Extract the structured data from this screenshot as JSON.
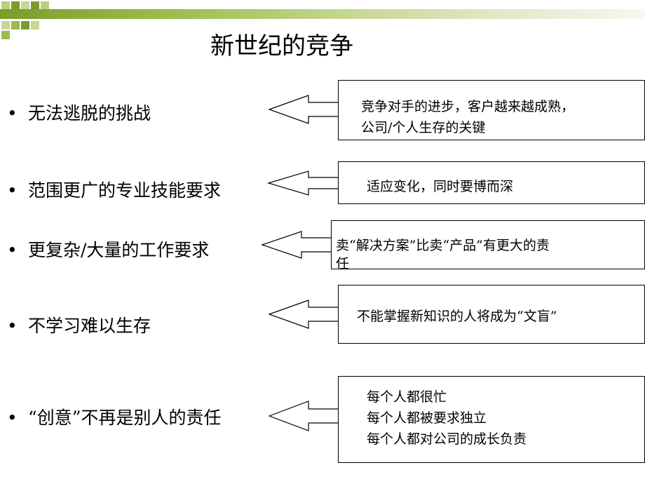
{
  "title": "新世纪的竞争",
  "bullet_symbol": "•",
  "rows": [
    {
      "bullet": "无法逃脱的挑战",
      "note_lines": [
        "竞争对手的进步，客户越来越成熟，",
        "公司/个人生存的关键"
      ]
    },
    {
      "bullet": "范围更广的专业技能要求",
      "note_lines": [
        "适应变化，同时要博而深"
      ]
    },
    {
      "bullet": "更复杂/大量的工作要求",
      "note_lines": [
        "卖“解决方案”比卖“产品”有更大的责",
        "任"
      ]
    },
    {
      "bullet": "不学习难以生存",
      "note_lines": [
        "不能掌握新知识的人将成为“文盲”"
      ]
    },
    {
      "bullet": "“创意”不再是别人的责任",
      "note_lines": [
        "每个人都很忙",
        "每个人都被要求独立",
        "每个人都对公司的成长负责"
      ]
    }
  ],
  "colors": {
    "accent_dark": "#7a9d2a",
    "accent_mid": "#9bbb4a",
    "accent_light": "#c6d895"
  }
}
